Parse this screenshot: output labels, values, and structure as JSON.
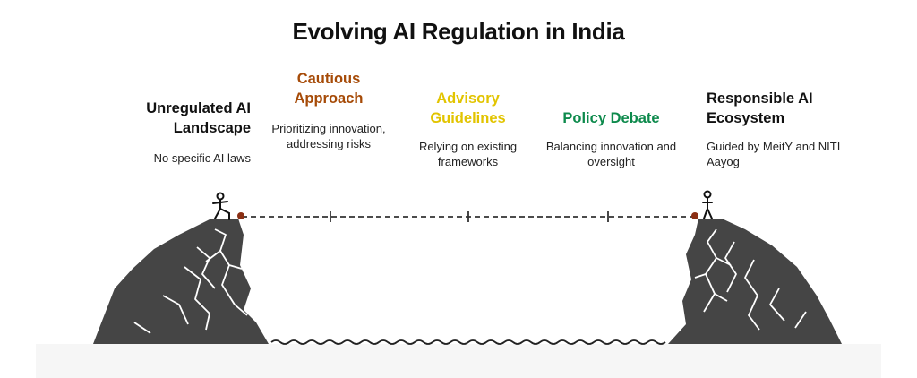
{
  "title": "Evolving AI Regulation in India",
  "stages": [
    {
      "heading": "Unregulated AI Landscape",
      "description": "No specific AI laws",
      "color": "#111111"
    },
    {
      "heading": "Cautious Approach",
      "description": "Prioritizing innovation, addressing risks",
      "color": "#a64b08"
    },
    {
      "heading": "Advisory Guidelines",
      "description": "Relying on existing frameworks",
      "color": "#e2c400"
    },
    {
      "heading": "Policy Debate",
      "description": "Balancing innovation and oversight",
      "color": "#0d8a4c"
    },
    {
      "heading": "Responsible AI Ecosystem",
      "description": "Guided by MeitY and NITI Aayog",
      "color": "#111111"
    }
  ],
  "icons": {
    "left_figure": "walking-person-icon",
    "right_figure": "standing-person-icon",
    "anchor": "rope-anchor-icon"
  },
  "colors": {
    "cliff": "#454545",
    "rope": "#333333",
    "anchor": "#8b2f14"
  }
}
